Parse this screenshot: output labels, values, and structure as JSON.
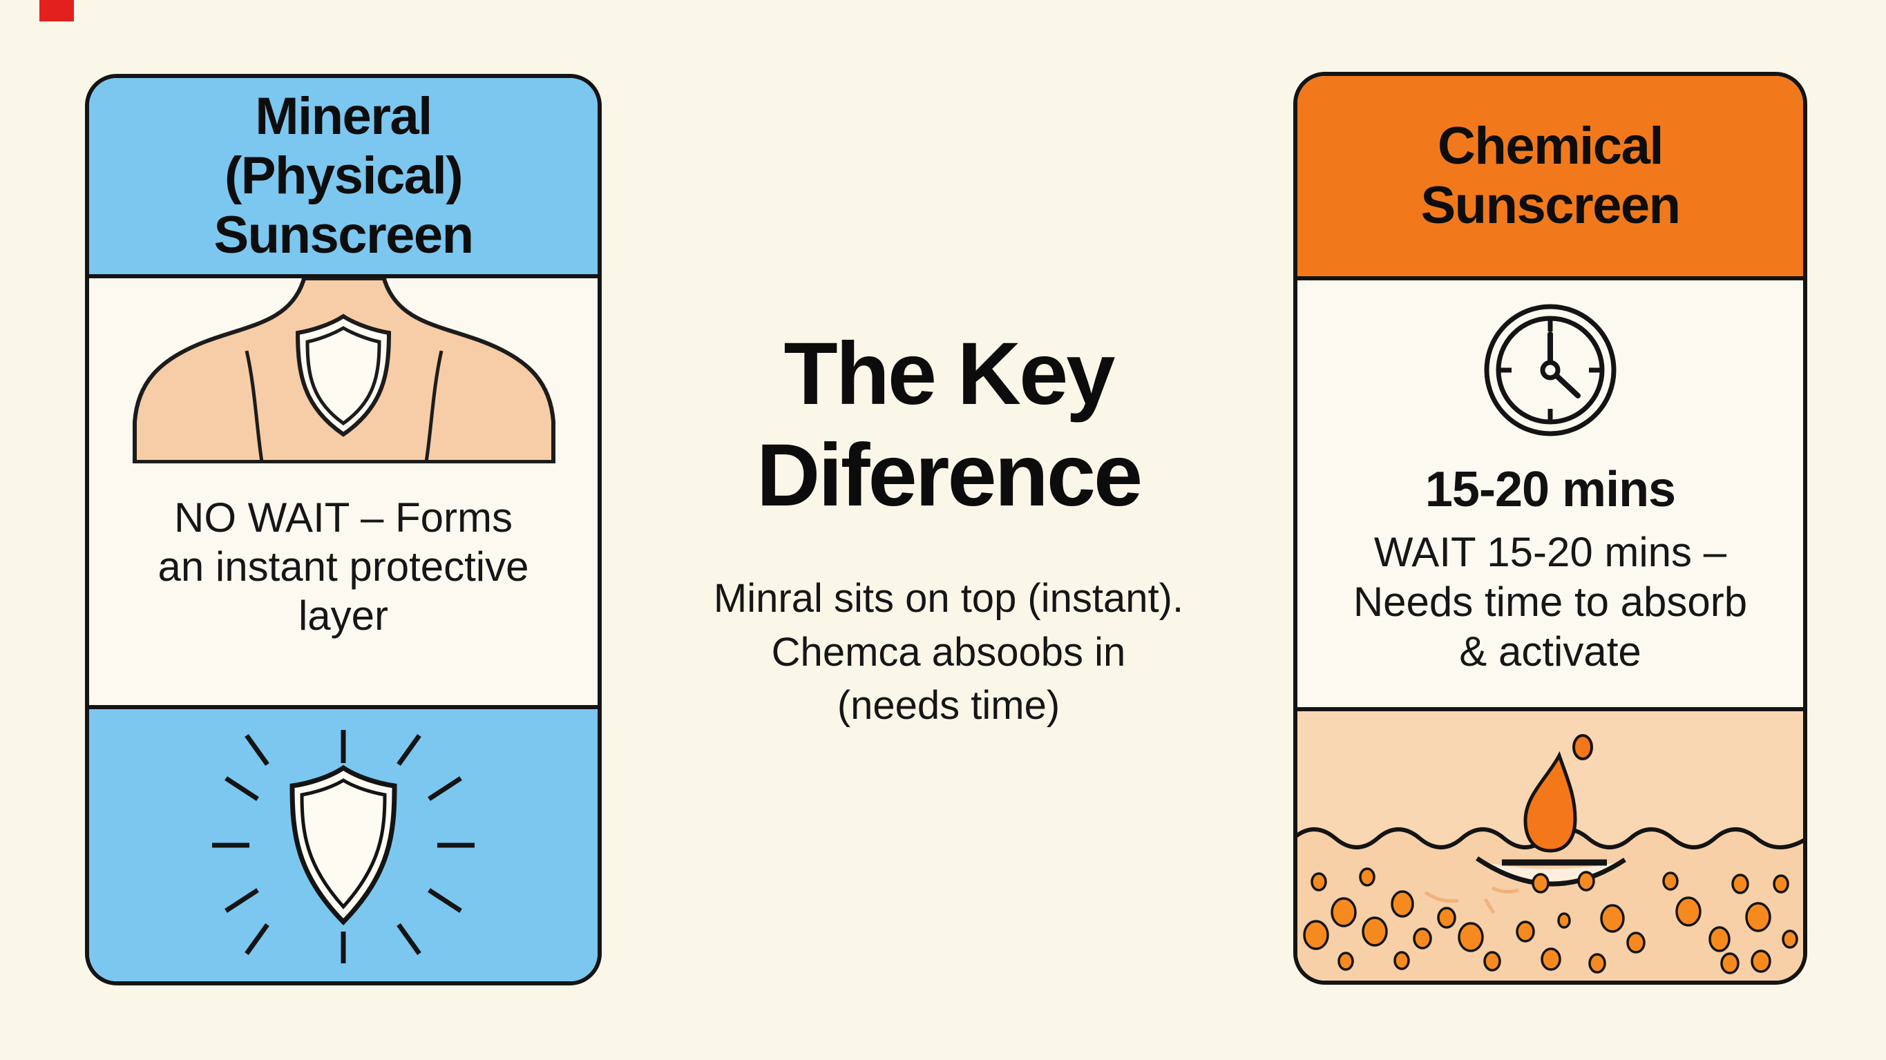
{
  "page": {
    "background_color": "#faf7e9",
    "red_mark_color": "#e2201d",
    "outline_color": "#141414"
  },
  "center_panel": {
    "title_lines": [
      "The Key",
      "Diference"
    ],
    "subtitle_lines": [
      "Minral sits on top (instant).",
      "Chemca absoobs in",
      "(needs time)"
    ]
  },
  "mineral_card": {
    "header": {
      "title_lines": [
        "Mineral",
        "(Physical)",
        "Sunscreen"
      ],
      "background_color": "#7cc7f0"
    },
    "body": {
      "icon": "shield-on-chest-icon",
      "skin_color": "#f6cda6",
      "caption_lines": [
        "NO WAIT – Forms",
        "an instant protective",
        "layer"
      ]
    },
    "footer": {
      "icon": "glowing-shield-icon",
      "background_color": "#7cc7f0"
    }
  },
  "chemical_card": {
    "header": {
      "title_lines": [
        "Chemical",
        "Sunscreen"
      ],
      "background_color": "#f1791b"
    },
    "body": {
      "icon": "clock-icon",
      "duration_label": "15-20 mins",
      "caption_lines": [
        "WAIT 15-20 mins –",
        "Needs time to absorb",
        "& activate"
      ]
    },
    "footer": {
      "icon": "droplet-absorbing-into-skin-illustration",
      "background_color": "#f9d7b3",
      "droplet_color": "#f4771a",
      "particle_color": "#f68a1f"
    }
  }
}
